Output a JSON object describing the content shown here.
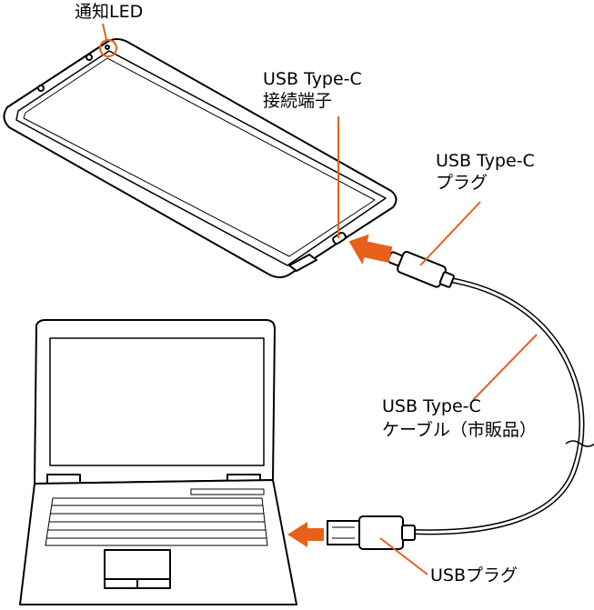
{
  "labels": {
    "notification_led": "通知LED",
    "usb_c_port_line1": "USB Type-C",
    "usb_c_port_line2": "接続端子",
    "usb_c_plug_line1": "USB Type-C",
    "usb_c_plug_line2": "プラグ",
    "usb_c_cable_line1": "USB Type-C",
    "usb_c_cable_line2": "ケーブル（市販品）",
    "usb_plug": "USBプラグ"
  },
  "colors": {
    "accent": "#e8601c",
    "outline": "#000000"
  }
}
